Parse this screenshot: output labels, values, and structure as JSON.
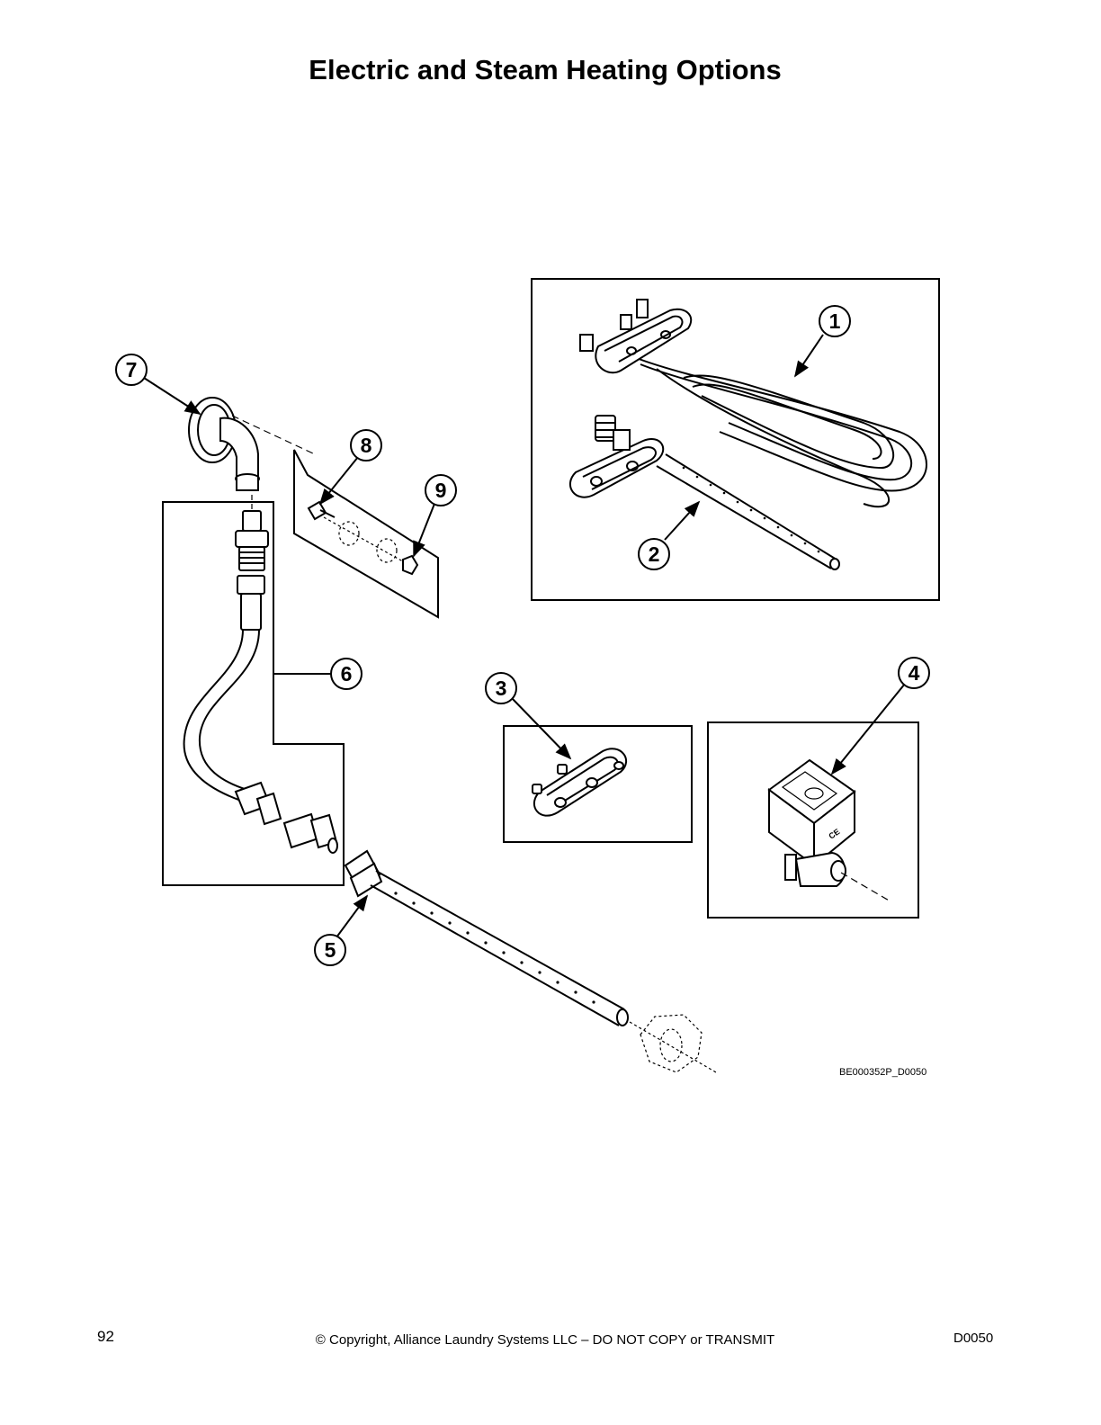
{
  "page": {
    "title": "Electric and Steam Heating Options",
    "page_number": "92",
    "copyright": "© Copyright, Alliance Laundry Systems LLC – DO NOT COPY or TRANSMIT",
    "doc_code": "D0050"
  },
  "diagram": {
    "drawing_code": "BE000352P_D0050",
    "callouts": [
      "1",
      "2",
      "3",
      "4",
      "5",
      "6",
      "7",
      "8",
      "9"
    ]
  },
  "decor": {
    "valve_mark": "CE"
  }
}
